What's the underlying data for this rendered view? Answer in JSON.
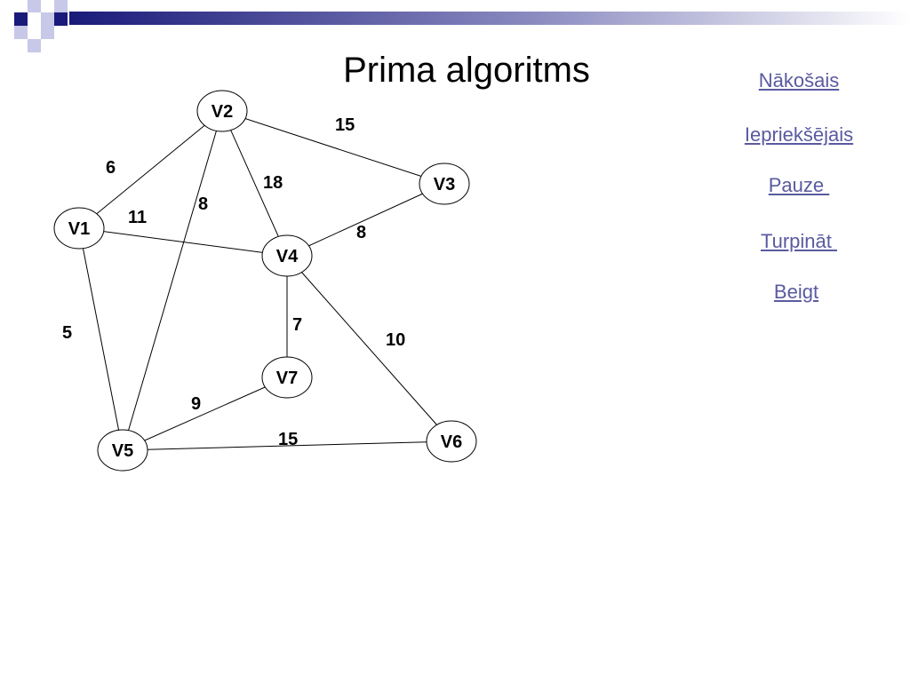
{
  "slide": {
    "title": "Prima algoritms",
    "accent_color": "#1a1a7a"
  },
  "navigation": {
    "links": [
      {
        "label": "Nākošais"
      },
      {
        "label": "Iepriekšējais"
      },
      {
        "label": "Pauze "
      },
      {
        "label": "Turpināt "
      },
      {
        "label": "Beigt"
      }
    ],
    "link_color": "#5a5aa0"
  },
  "graph": {
    "vertices": [
      "V1",
      "V2",
      "V3",
      "V4",
      "V5",
      "V6",
      "V7"
    ],
    "edges": [
      {
        "from": "V1",
        "to": "V2",
        "weight": "6"
      },
      {
        "from": "V2",
        "to": "V3",
        "weight": "15"
      },
      {
        "from": "V2",
        "to": "V4",
        "weight": "18"
      },
      {
        "from": "V2",
        "to": "V5",
        "weight": "8"
      },
      {
        "from": "V1",
        "to": "V4",
        "weight": "11"
      },
      {
        "from": "V3",
        "to": "V4",
        "weight": "8"
      },
      {
        "from": "V1",
        "to": "V5",
        "weight": "5"
      },
      {
        "from": "V4",
        "to": "V7",
        "weight": "7"
      },
      {
        "from": "V4",
        "to": "V6",
        "weight": "10"
      },
      {
        "from": "V5",
        "to": "V7",
        "weight": "9"
      },
      {
        "from": "V5",
        "to": "V6",
        "weight": "15"
      }
    ]
  }
}
